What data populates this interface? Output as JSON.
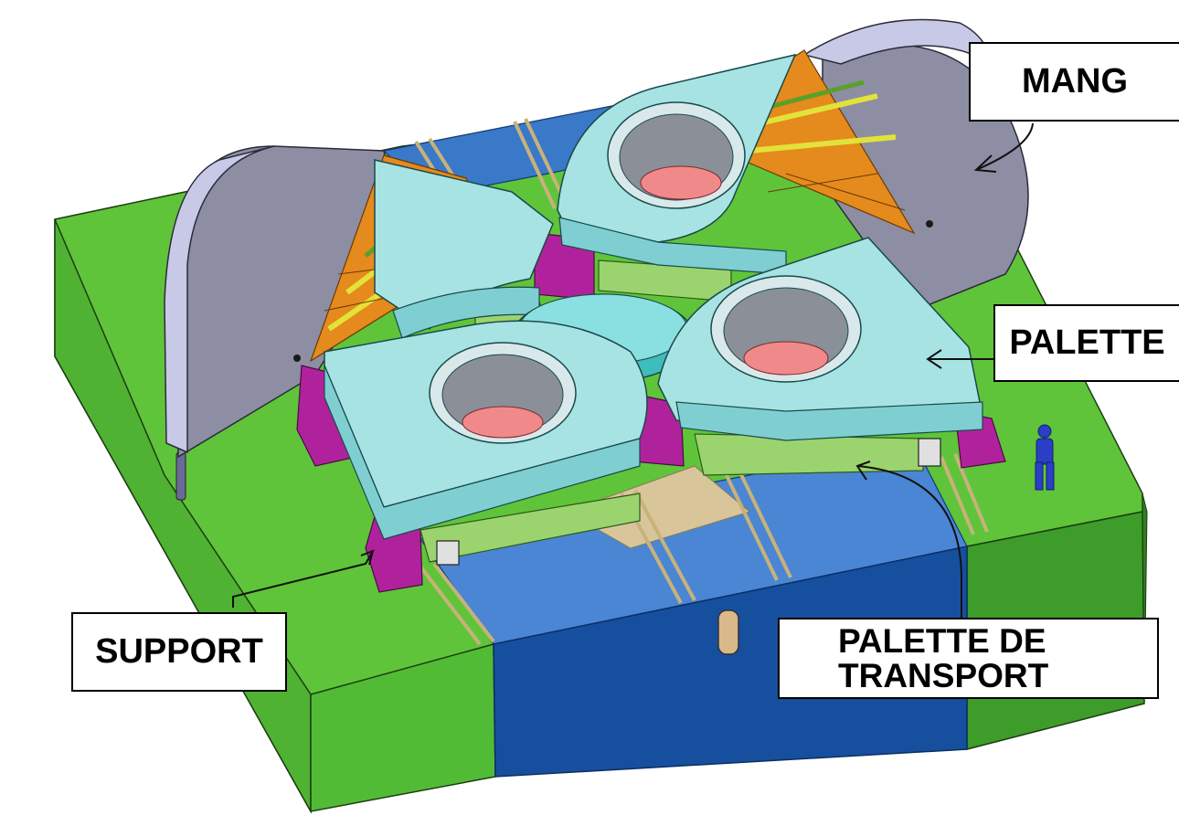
{
  "labels": {
    "mang": "MANG",
    "palette": "PALETTE",
    "support": "SUPPORT",
    "transport_line1": "PALETTE DE",
    "transport_line2": "TRANSPORT"
  },
  "colors": {
    "ground_green": "#5fc43a",
    "ground_green_dark": "#3d9c2a",
    "pit_blue": "#3a78c8",
    "pit_blue_dark": "#164f9e",
    "palette_cyan": "#a8e3e3",
    "palette_cyan_side": "#7fcfd2",
    "magnet_grey": "#8d8ea3",
    "magnet_lilac": "#c7c9e6",
    "support_magenta": "#b0229c",
    "transport_green": "#9bd36e",
    "coil_orange": "#e58a1c",
    "coil_yellow": "#e2e23a",
    "person_blue": "#2b3ec8"
  }
}
